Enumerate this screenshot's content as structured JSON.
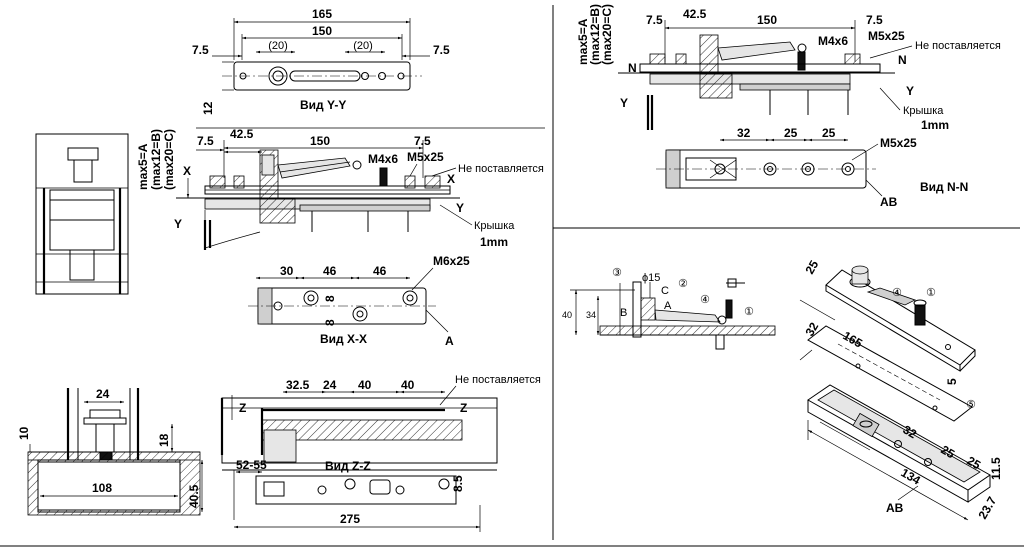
{
  "views": {
    "yy": {
      "title": "Вид Y-Y",
      "dim_total": "165",
      "dim_inner": "150",
      "dim_left_paren": "(20)",
      "dim_right_paren": "(20)",
      "dim_left_75": "7.5",
      "dim_right_75": "7.5",
      "dim_height_12": "12"
    },
    "xx": {
      "title": "Вид X-X",
      "dim_30": "30",
      "dim_46a": "46",
      "dim_46b": "46",
      "dim_8a": "8",
      "dim_8b": "8",
      "screw": "M6x25",
      "letter": "A"
    },
    "zz": {
      "title": "Вид Z-Z",
      "dim_325": "32.5",
      "dim_24": "24",
      "dim_40a": "40",
      "dim_40b": "40",
      "dim_5255": "52-55",
      "dim_275": "275",
      "dim_85": "8.5",
      "not_supplied": "Не поставляется",
      "z_left": "Z",
      "z_right": "Z"
    },
    "nn": {
      "title": "Вид N-N",
      "dim_32": "32",
      "dim_25a": "25",
      "dim_25b": "25",
      "screw": "M5x25",
      "letter": "AB"
    }
  },
  "main_section": {
    "vertical_label_1": "max5=A",
    "vertical_label_2": "(max12=B)",
    "vertical_label_3": "(max20=C)",
    "dim_75_left": "7.5",
    "dim_425": "42.5",
    "dim_150": "150",
    "dim_75_right": "7.5",
    "screw_m4": "M4x6",
    "screw_m5": "M5x25",
    "not_supplied": "Не поставляется",
    "cover": "Крышка",
    "cover_thickness": "1mm",
    "x_label": "X",
    "y_label": "Y"
  },
  "top_right_section": {
    "vertical_label_1": "max5=A",
    "vertical_label_2": "(max12=B)",
    "vertical_label_3": "(max20=C)",
    "dim_75_left": "7.5",
    "dim_425": "42.5",
    "dim_150": "150",
    "dim_75_right": "7.5",
    "screw_m4": "M4x6",
    "screw_m5": "M5x25",
    "not_supplied": "Не поставляется",
    "cover": "Крышка",
    "cover_thickness": "1mm",
    "n_label": "N",
    "y_label": "Y"
  },
  "bottom_left": {
    "dim_24": "24",
    "dim_10": "10",
    "dim_18": "18",
    "dim_108": "108",
    "dim_405": "40.5"
  },
  "bottom_right_section": {
    "callout_3": "③",
    "callout_2": "②",
    "callout_4": "④",
    "callout_1": "①",
    "phi15": "ϕ15",
    "letter_c": "C",
    "letter_a": "A",
    "letter_b": "B",
    "dim_40": "40",
    "dim_34": "34"
  },
  "iso": {
    "dim_25": "25",
    "dim_32": "32",
    "dim_165": "165",
    "dim_5": "5",
    "dim_32b": "32",
    "dim_25b": "25",
    "dim_25c": "25",
    "dim_134": "134",
    "dim_115": "11.5",
    "dim_237": "23.7",
    "letter": "AB",
    "callout_1": "①",
    "callout_4": "④",
    "callout_5": "⑤"
  }
}
